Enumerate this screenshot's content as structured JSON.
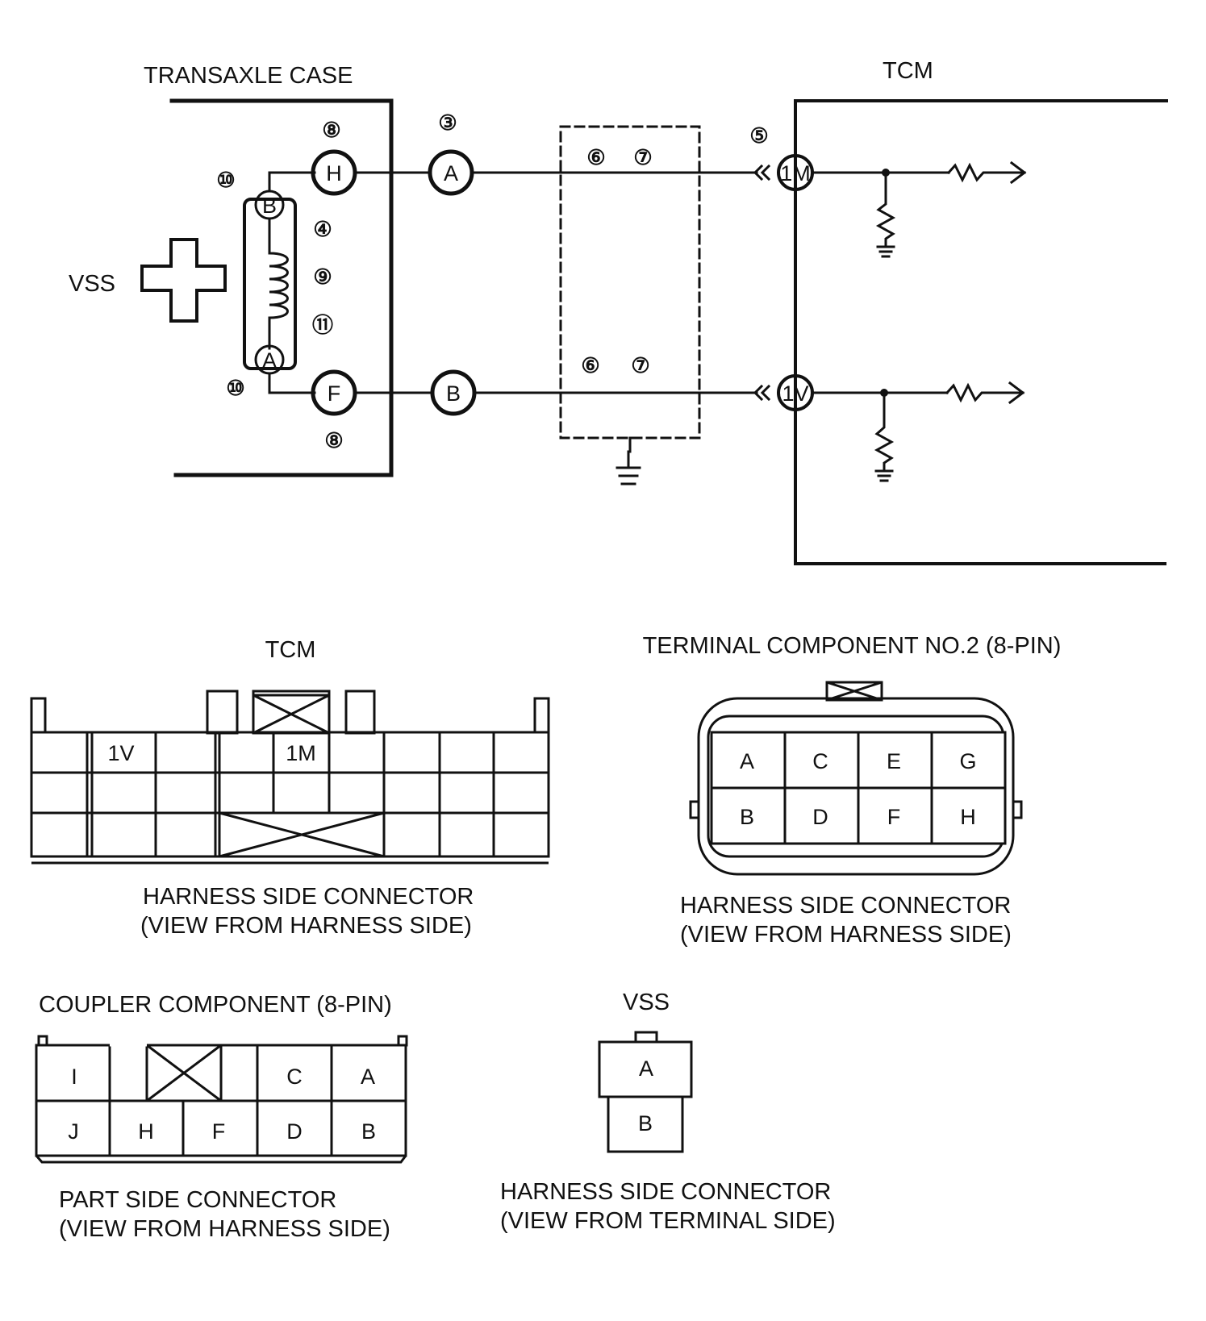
{
  "schematic": {
    "transaxle_case_label": "TRANSAXLE CASE",
    "tcm_label": "TCM",
    "vss_label": "VSS",
    "sensor_terminals": {
      "top": "B",
      "bottom": "A"
    },
    "case_terminals": {
      "top": "H",
      "bottom": "F"
    },
    "harness_terminals": {
      "top": "A",
      "bottom": "B"
    },
    "tcm_terminals": {
      "top": "1M",
      "bottom": "1V"
    },
    "step_markers": {
      "case_top": "⑧",
      "case_bottom": "⑧",
      "sensor_top": "⑩",
      "sensor_bottom": "⑩",
      "coil_1": "④",
      "coil_2": "⑨",
      "coil_3": "⑪",
      "harness": "③",
      "tcm_connector": "⑤",
      "shield_top_1": "⑥",
      "shield_top_2": "⑦",
      "shield_bottom_1": "⑥",
      "shield_bottom_2": "⑦"
    }
  },
  "tcm_connector": {
    "title": "TCM",
    "pins": [
      "1V",
      "1M"
    ],
    "caption_line1": "HARNESS SIDE CONNECTOR",
    "caption_line2": "(VIEW FROM HARNESS SIDE)"
  },
  "terminal_component": {
    "title": "TERMINAL COMPONENT NO.2 (8-PIN)",
    "top_row": [
      "A",
      "C",
      "E",
      "G"
    ],
    "bottom_row": [
      "B",
      "D",
      "F",
      "H"
    ],
    "caption_line1": "HARNESS SIDE CONNECTOR",
    "caption_line2": "(VIEW FROM HARNESS SIDE)"
  },
  "coupler_component": {
    "title": "COUPLER COMPONENT (8-PIN)",
    "top_row": [
      "I",
      "C",
      "A"
    ],
    "bottom_row": [
      "J",
      "H",
      "F",
      "D",
      "B"
    ],
    "caption_line1": "PART SIDE CONNECTOR",
    "caption_line2": "(VIEW FROM HARNESS SIDE)"
  },
  "vss_connector": {
    "title": "VSS",
    "pins": [
      "A",
      "B"
    ],
    "caption_line1": "HARNESS SIDE CONNECTOR",
    "caption_line2": "(VIEW FROM TERMINAL SIDE)"
  }
}
